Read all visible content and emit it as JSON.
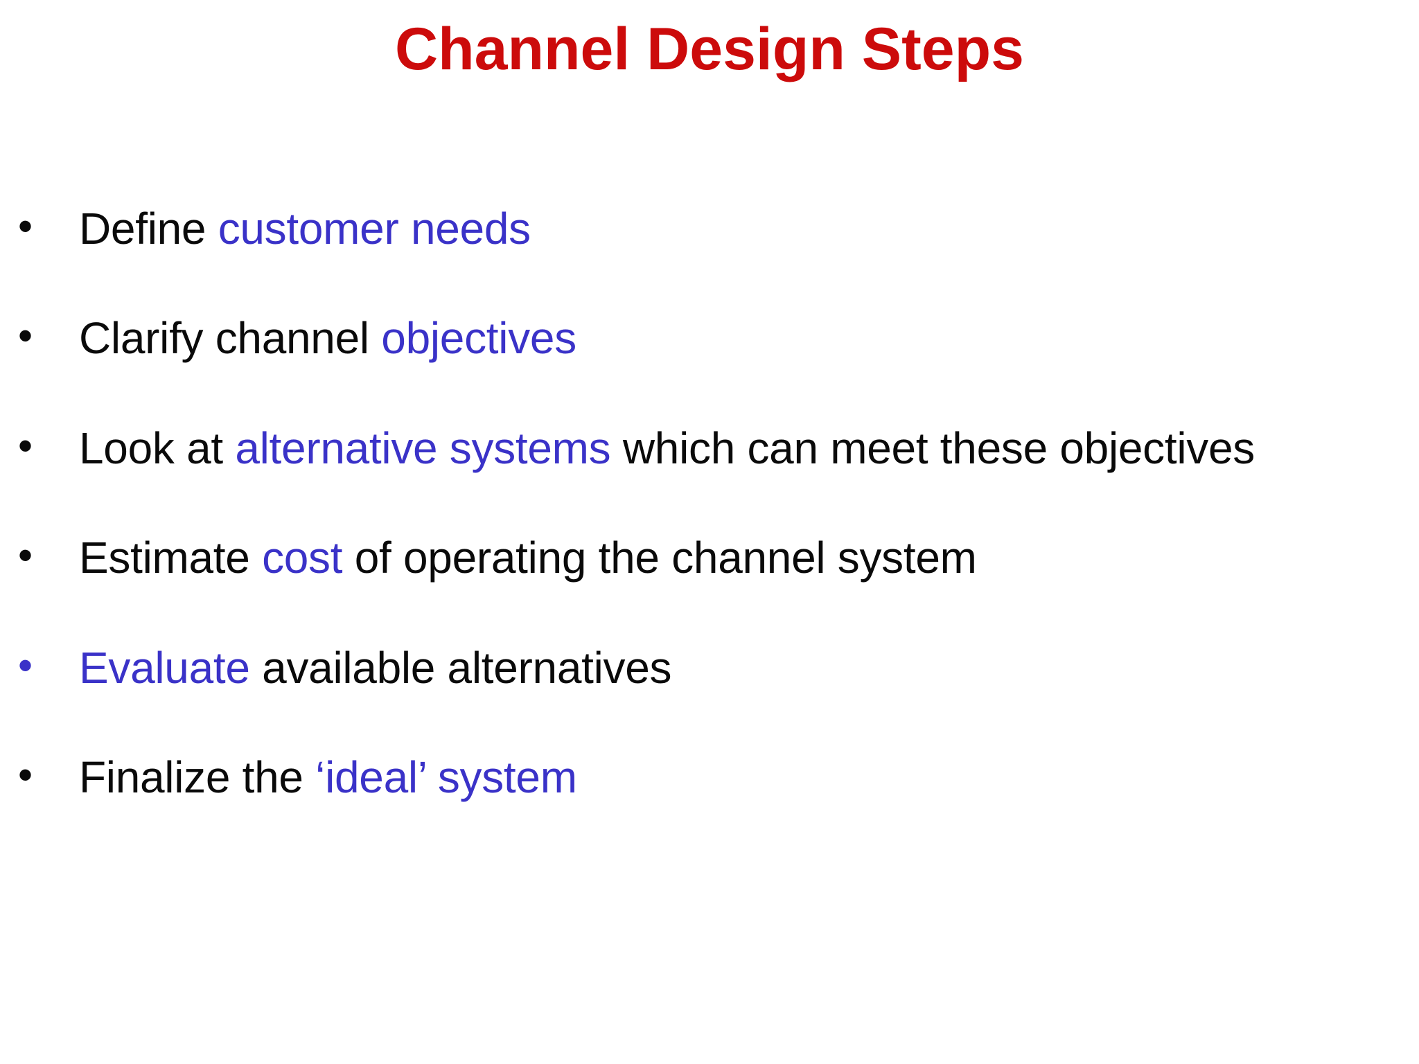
{
  "slide": {
    "title": "Channel Design Steps",
    "title_color": "#cc0b0b",
    "background_color": "#ffffff",
    "body_black": "#0a0a0a",
    "accent_blue": "#3a32c8",
    "bullet_glyph": "•",
    "bullets": [
      {
        "marker_color": "black",
        "segments": [
          {
            "text": "Define ",
            "color": "black"
          },
          {
            "text": "customer needs",
            "color": "blue"
          }
        ]
      },
      {
        "marker_color": "black",
        "segments": [
          {
            "text": "Clarify channel ",
            "color": "black"
          },
          {
            "text": "objectives",
            "color": "blue"
          }
        ]
      },
      {
        "marker_color": "black",
        "segments": [
          {
            "text": "Look at ",
            "color": "black"
          },
          {
            "text": "alternative systems",
            "color": "blue"
          },
          {
            "text": " which can meet these objectives",
            "color": "black"
          }
        ]
      },
      {
        "marker_color": "black",
        "segments": [
          {
            "text": "Estimate ",
            "color": "black"
          },
          {
            "text": "cost",
            "color": "blue"
          },
          {
            "text": " of operating the channel system",
            "color": "black"
          }
        ]
      },
      {
        "marker_color": "blue",
        "segments": [
          {
            "text": "Evaluate",
            "color": "blue"
          },
          {
            "text": " available alternatives",
            "color": "black"
          }
        ]
      },
      {
        "marker_color": "black",
        "segments": [
          {
            "text": "Finalize the ",
            "color": "black"
          },
          {
            "text": "‘ideal’ system",
            "color": "blue"
          }
        ]
      }
    ]
  }
}
